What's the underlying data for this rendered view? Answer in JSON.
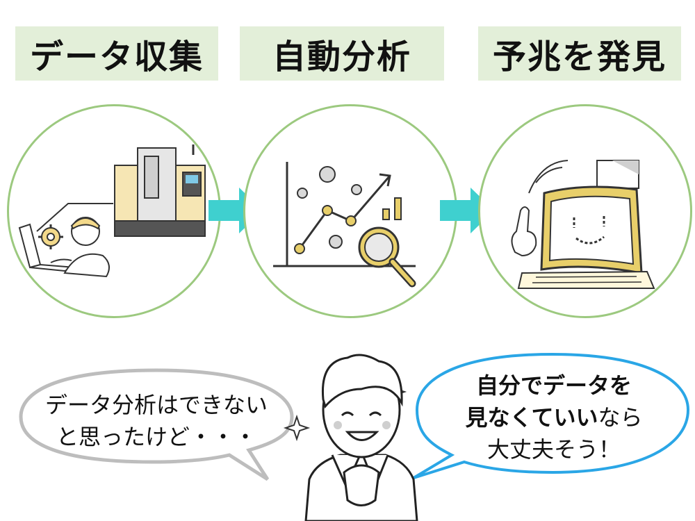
{
  "steps": [
    {
      "title": "データ収集"
    },
    {
      "title": "自動分析"
    },
    {
      "title": "予兆を発見"
    }
  ],
  "bubbles": {
    "left": {
      "line1": "データ分析はできない",
      "line2": "と思ったけど・・・"
    },
    "right": {
      "line1": "自分でデータを",
      "line2_bold": "見なくていい",
      "line2_rest": "なら",
      "line3": "大丈夫そう！"
    }
  },
  "colors": {
    "title_bg": "#e3efd9",
    "circle_border": "#9cc97f",
    "arrow": "#3fd0cf",
    "accent": "#e8cf6a",
    "bubble_left_border": "#bdbdbd",
    "bubble_right_border": "#2aa6e6"
  }
}
